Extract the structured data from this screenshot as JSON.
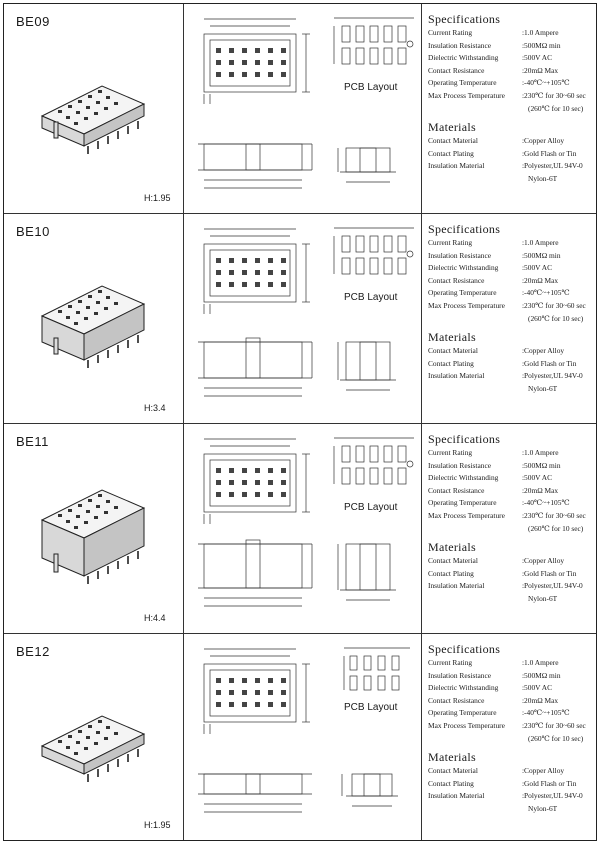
{
  "blocks": [
    {
      "model": "BE09",
      "height_label": "H:1.95",
      "pcb_label": "PCB Layout",
      "specifications": {
        "title": "Specifications",
        "rows": [
          {
            "key": "Current Rating",
            "value": ":1.0 Ampere"
          },
          {
            "key": "Insulation Resistance",
            "value": ":500MΩ min"
          },
          {
            "key": "Dielectric Withstanding",
            "value": ":500V AC"
          },
          {
            "key": "Contact Resistance",
            "value": ":20mΩ Max"
          },
          {
            "key": "Operating Temperature",
            "value": ":-40℃~+105℃"
          },
          {
            "key": "Max Process Temperature",
            "value": ":230℃ for 30~60 sec"
          },
          {
            "key": "",
            "value": "(260℃ for 10 sec)"
          }
        ]
      },
      "materials": {
        "title": "Materials",
        "rows": [
          {
            "key": "Contact Material",
            "value": ":Copper Alloy"
          },
          {
            "key": "Contact Plating",
            "value": ":Gold Flash or Tin"
          },
          {
            "key": "Insulation Material",
            "value": ":Polyester,UL 94V-0"
          },
          {
            "key": "",
            "value": "Nylon-6T"
          }
        ]
      }
    },
    {
      "model": "BE10",
      "height_label": "H:3.4",
      "pcb_label": "PCB Layout",
      "specifications": {
        "title": "Specifications",
        "rows": [
          {
            "key": "Current Rating",
            "value": ":1.0 Ampere"
          },
          {
            "key": "Insulation Resistance",
            "value": ":500MΩ min"
          },
          {
            "key": "Dielectric Withstanding",
            "value": ":500V AC"
          },
          {
            "key": "Contact Resistance",
            "value": ":20mΩ Max"
          },
          {
            "key": "Operating Temperature",
            "value": ":-40℃~+105℃"
          },
          {
            "key": "Max Process Temperature",
            "value": ":230℃ for 30~60 sec"
          },
          {
            "key": "",
            "value": "(260℃ for 10 sec)"
          }
        ]
      },
      "materials": {
        "title": "Materials",
        "rows": [
          {
            "key": "Contact Material",
            "value": ":Copper Alloy"
          },
          {
            "key": "Contact Plating",
            "value": ":Gold Flash or Tin"
          },
          {
            "key": "Insulation Material",
            "value": ":Polyester,UL 94V-0"
          },
          {
            "key": "",
            "value": "Nylon-6T"
          }
        ]
      }
    },
    {
      "model": "BE11",
      "height_label": "H:4.4",
      "pcb_label": "PCB Layout",
      "specifications": {
        "title": "Specifications",
        "rows": [
          {
            "key": "Current Rating",
            "value": ":1.0 Ampere"
          },
          {
            "key": "Insulation Resistance",
            "value": ":500MΩ min"
          },
          {
            "key": "Dielectric Withstanding",
            "value": ":500V AC"
          },
          {
            "key": "Contact Resistance",
            "value": ":20mΩ Max"
          },
          {
            "key": "Operating Temperature",
            "value": ":-40℃~+105℃"
          },
          {
            "key": "Max Process Temperature",
            "value": ":230℃ for 30~60 sec"
          },
          {
            "key": "",
            "value": "(260℃ for 10 sec)"
          }
        ]
      },
      "materials": {
        "title": "Materials",
        "rows": [
          {
            "key": "Contact Material",
            "value": ":Copper Alloy"
          },
          {
            "key": "Contact Plating",
            "value": ":Gold Flash or Tin"
          },
          {
            "key": "Insulation Material",
            "value": ":Polyester,UL 94V-0"
          },
          {
            "key": "",
            "value": "Nylon-6T"
          }
        ]
      }
    },
    {
      "model": "BE12",
      "height_label": "H:1.95",
      "pcb_label": "PCB Layout",
      "specifications": {
        "title": "Specifications",
        "rows": [
          {
            "key": "Current Rating",
            "value": ":1.0 Ampere"
          },
          {
            "key": "Insulation Resistance",
            "value": ":500MΩ min"
          },
          {
            "key": "Dielectric Withstanding",
            "value": ":500V AC"
          },
          {
            "key": "Contact Resistance",
            "value": ":20mΩ Max"
          },
          {
            "key": "Operating Temperature",
            "value": ":-40℃~+105℃"
          },
          {
            "key": "Max Process Temperature",
            "value": ":230℃ for 30~60 sec"
          },
          {
            "key": "",
            "value": "(260℃ for 10 sec)"
          }
        ]
      },
      "materials": {
        "title": "Materials",
        "rows": [
          {
            "key": "Contact Material",
            "value": ":Copper Alloy"
          },
          {
            "key": "Contact Plating",
            "value": ":Gold Flash or Tin"
          },
          {
            "key": "Insulation Material",
            "value": ":Polyester,UL 94V-0"
          },
          {
            "key": "",
            "value": "Nylon-6T"
          }
        ]
      }
    }
  ]
}
